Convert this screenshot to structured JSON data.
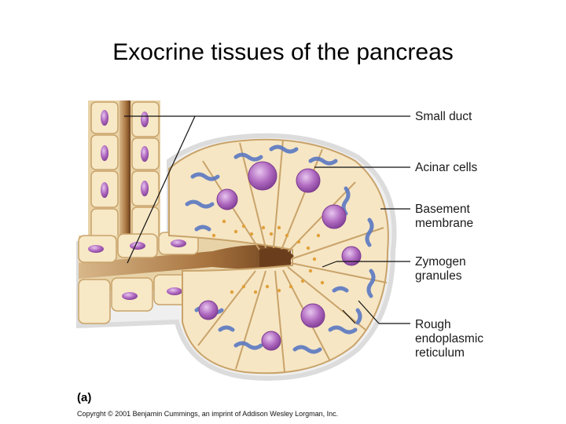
{
  "title": "Exocrine tissues of the pancreas",
  "labels": {
    "small_duct": "Small duct",
    "acinar_cells": "Acinar cells",
    "basement_membrane_1": "Basement",
    "basement_membrane_2": "membrane",
    "zymogen_1": "Zymogen",
    "zymogen_2": "granules",
    "rer_1": "Rough",
    "rer_2": "endoplasmic",
    "rer_3": "reticulum"
  },
  "panel_letter": "(a)",
  "copyright": "Copyrght © 2001 Benjamin Cummings, an imprint of Addison Wesley Lorgman, Inc.",
  "colors": {
    "cell_fill": "#f6e6c4",
    "cell_edge": "#c9a36a",
    "nucleus": "#a55bb5",
    "lumen": "#8a5a35",
    "rer": "#5a78c2",
    "granule": "#e2a03a",
    "membrane": "#e9e9e9"
  }
}
